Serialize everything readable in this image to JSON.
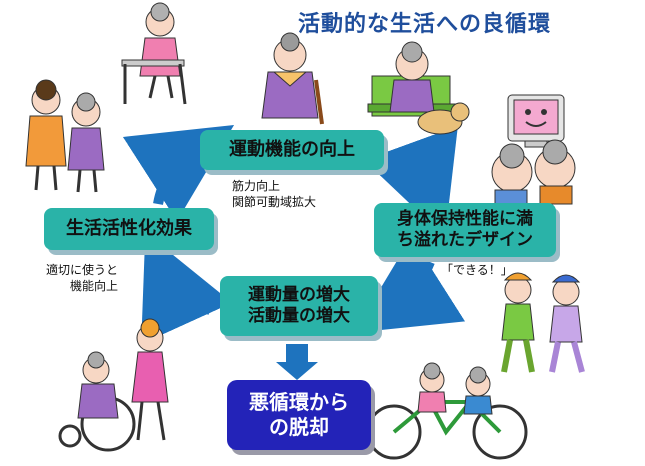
{
  "title": "活動的な生活への良循環",
  "boxes": {
    "motor_function": "運動機能の向上",
    "body_design": "身体保持性能に満ち溢れたデザイン",
    "activation": "生活活性化効果",
    "activity": "運動量の増大\n活動量の増大",
    "escape": "悪循環から\nの脱却"
  },
  "notes": {
    "motor_function": "筋力向上\n関節可動域拡大",
    "activation": "適切に使うと\n　　機能向上",
    "body_design": "「できる！」"
  },
  "colors": {
    "teal_box": "#2ab3a8",
    "blue_box": "#2323b8",
    "arrow": "#1e73be",
    "title": "#1f4e9c"
  }
}
